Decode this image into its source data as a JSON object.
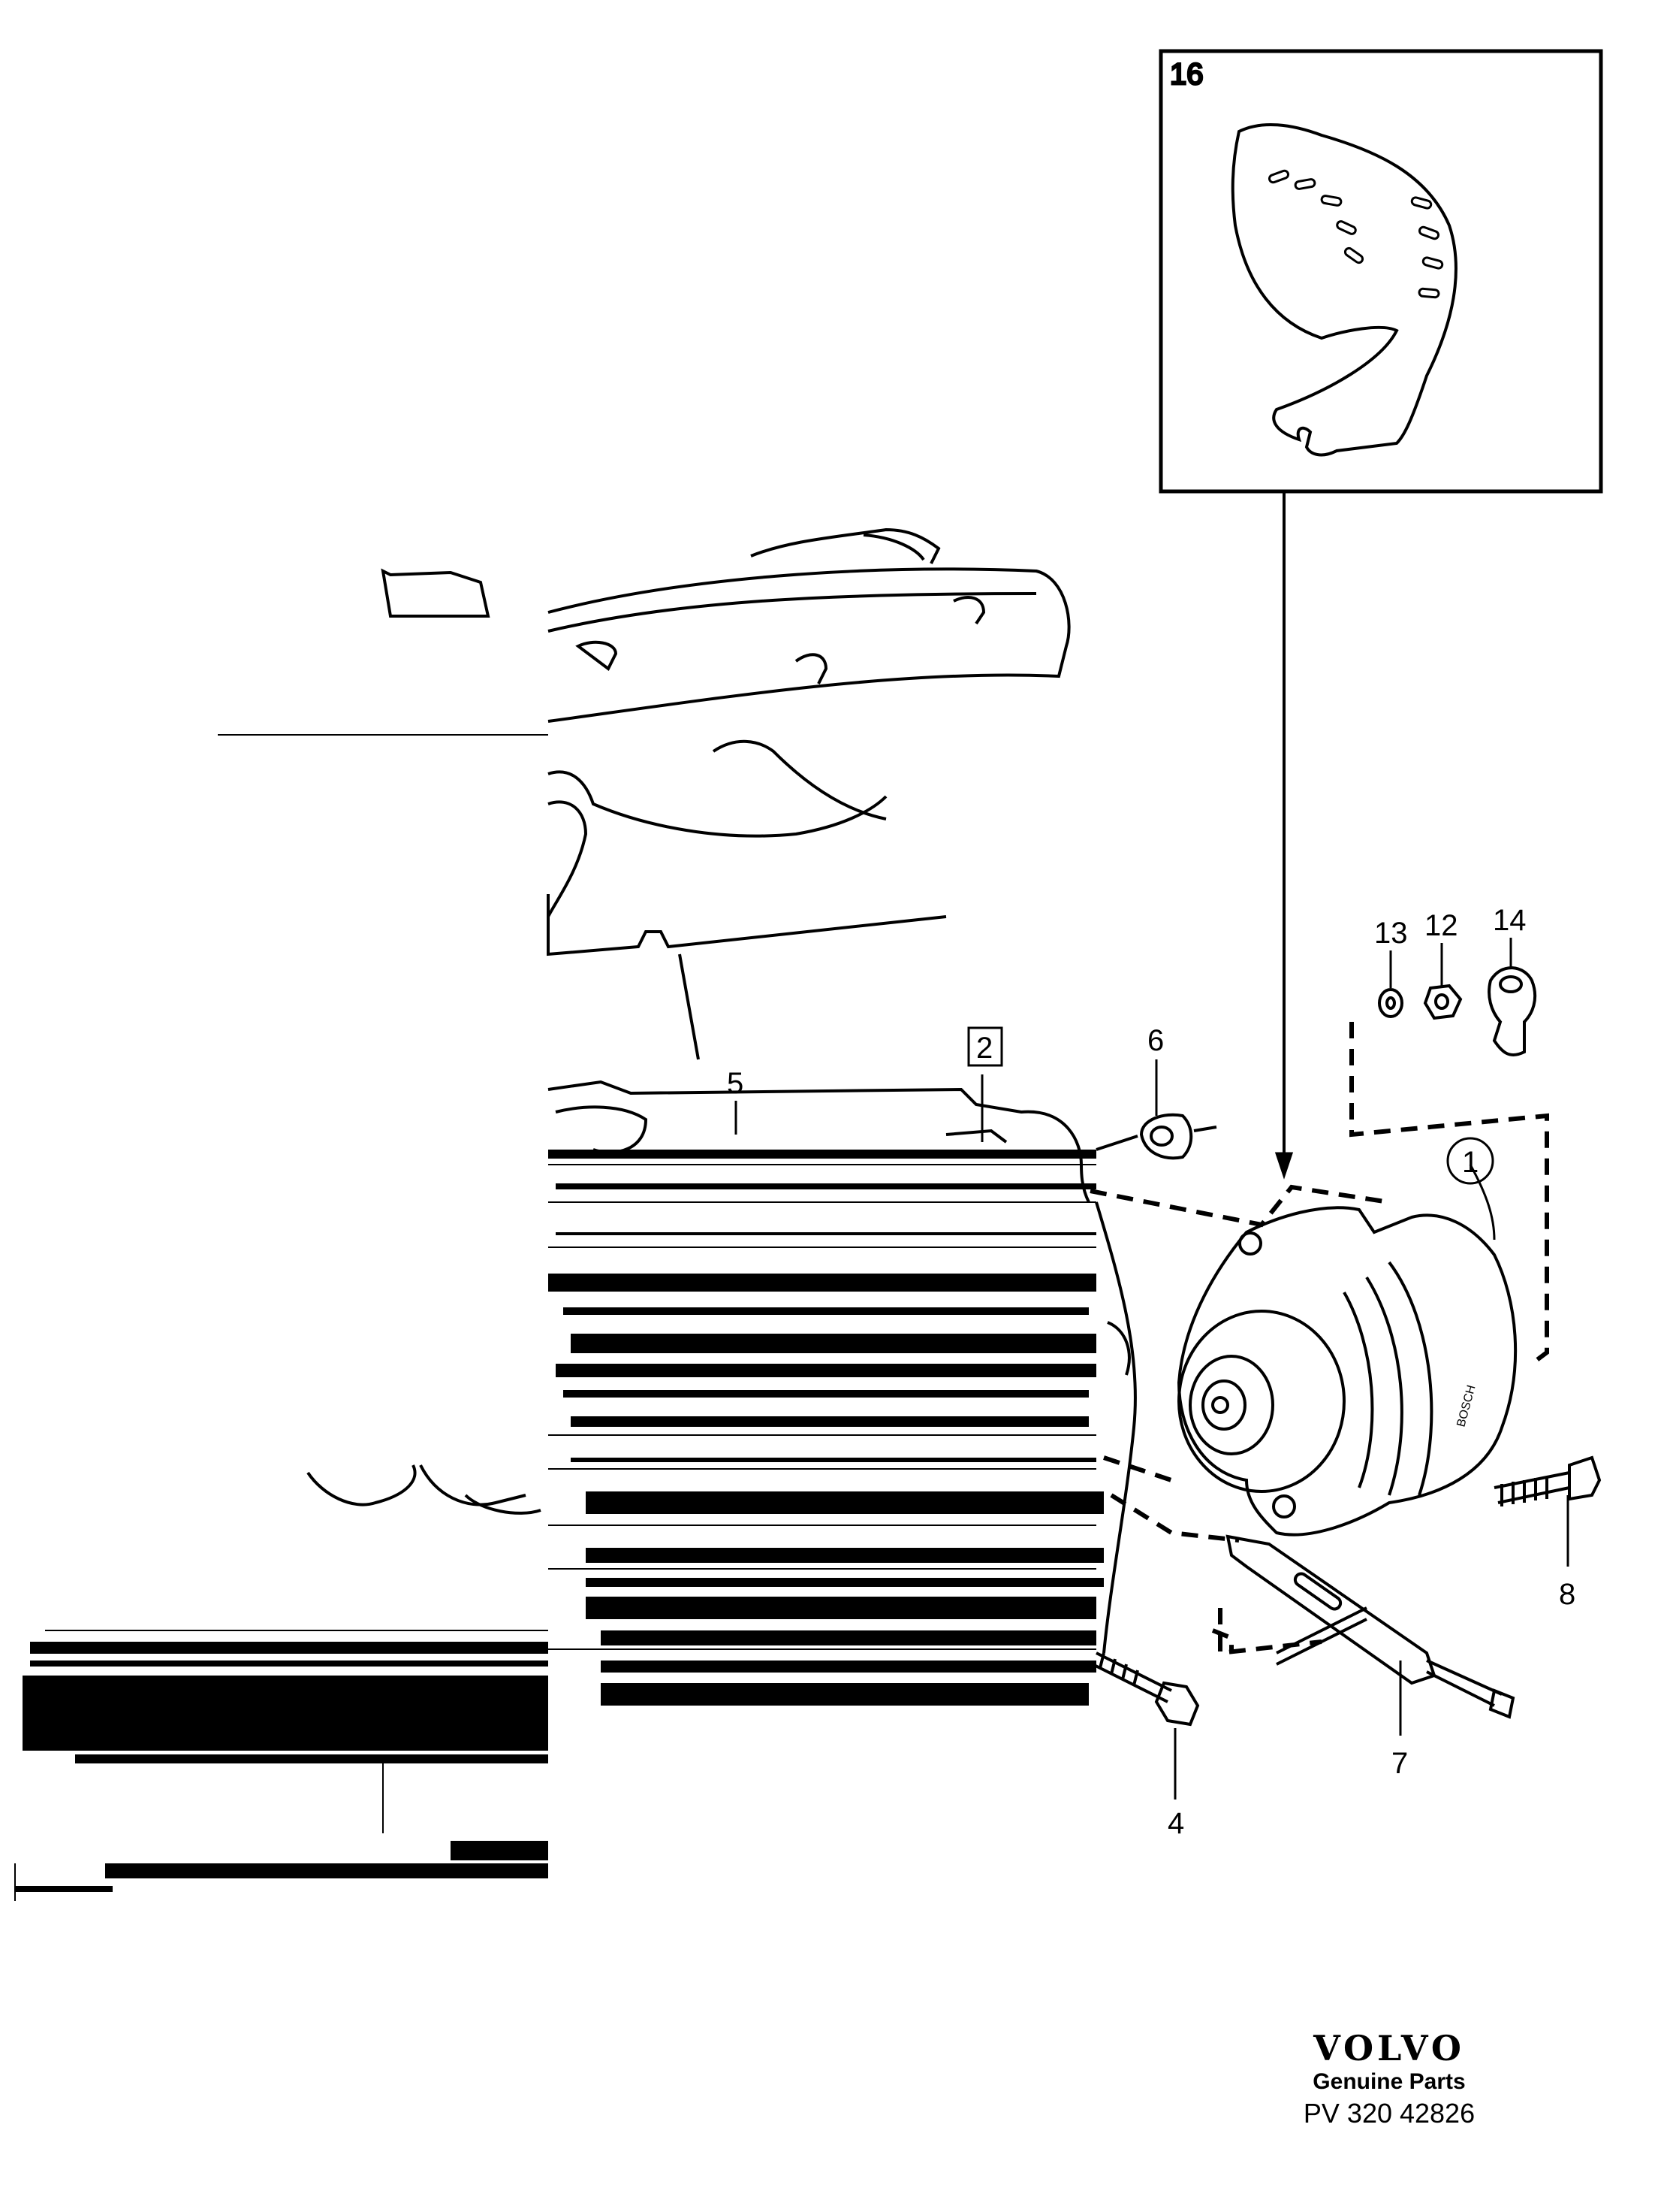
{
  "callouts": {
    "c1": "1",
    "c2": "2",
    "c4": "4",
    "c5": "5",
    "c6": "6",
    "c7": "7",
    "c8": "8",
    "c12": "12",
    "c13": "13",
    "c14": "14",
    "c16": "16"
  },
  "brand": {
    "logo": "VOLVO",
    "subtitle": "Genuine Parts",
    "code": "PV 320  42826"
  },
  "colors": {
    "ink": "#000000",
    "paper": "#ffffff"
  }
}
